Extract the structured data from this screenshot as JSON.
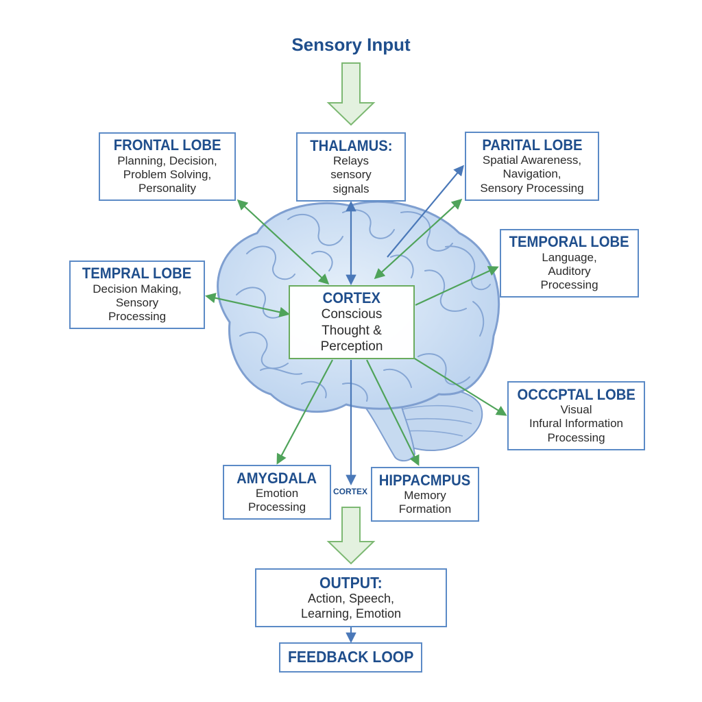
{
  "title": "Sensory Input",
  "nodes": {
    "frontal": {
      "title": "FRONTAL LOBE",
      "lines": [
        "Planning, Decision,",
        "Problem Solving,",
        "Personality"
      ]
    },
    "thalamus": {
      "title": "THALAMUS:",
      "lines": [
        "Relays",
        "sensory",
        "signals"
      ]
    },
    "parietal": {
      "title": "PARITAL LOBE",
      "lines": [
        "Spatial Awareness,",
        "Navigation,",
        "Sensory Processing"
      ]
    },
    "temporal_left": {
      "title": "TEMPRAL LOBE",
      "lines": [
        "Decision Making,",
        "Sensory",
        "Processing"
      ]
    },
    "temporal_right": {
      "title": "TEMPORAL LOBE",
      "lines": [
        "Language,",
        "Auditory",
        "Processing"
      ]
    },
    "cortex": {
      "title": "CORTEX",
      "lines": [
        "Conscious",
        "Thought &",
        "Perception"
      ]
    },
    "occipital": {
      "title": "OCCCPTAL LOBE",
      "lines": [
        "Visual",
        "Infural Information",
        "Processing"
      ]
    },
    "amygdala": {
      "title": "AMYGDALA",
      "lines": [
        "Emotion",
        "Processing"
      ]
    },
    "hippocampus": {
      "title": "HIPPACMPUS",
      "lines": [
        "Memory",
        "Formation"
      ]
    },
    "output": {
      "title": "OUTPUT:",
      "lines": [
        "Action, Speech,",
        "Learning, Emotion"
      ]
    },
    "feedback": {
      "title": "FEEDBACK LOOP"
    }
  },
  "cortex_small_label": "CORTEX",
  "colors": {
    "title": "#1f4e8c",
    "box_border": "#5b8ac6",
    "cortex_border": "#6aab5e",
    "green_arrow": "#4fa35a",
    "blue_arrow": "#4a78b8",
    "big_arrow_fill": "#e3f1df",
    "big_arrow_stroke": "#7cb872",
    "brain_fill": "#cfe0f3",
    "brain_line": "#7f9fd0"
  },
  "icons": [
    "brain-illustration",
    "down-block-arrow"
  ]
}
